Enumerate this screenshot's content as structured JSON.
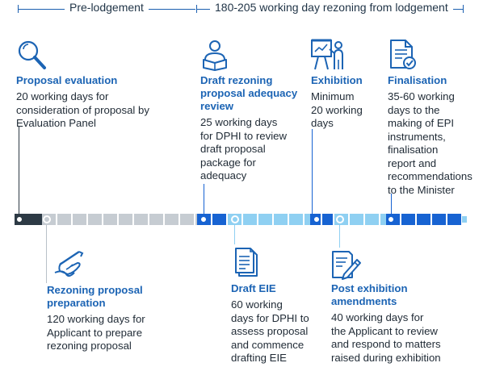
{
  "header": {
    "pre_lodgement": "Pre-lodgement",
    "rezoning_period": "180-205 working day rezoning from lodgement"
  },
  "stages": {
    "proposal_evaluation": {
      "title": "Proposal evaluation",
      "description": "20 working days for\nconsideration of proposal by\nEvaluation Panel",
      "icon": "magnifier-icon"
    },
    "draft_rezoning_review": {
      "title": "Draft rezoning\nproposal adequacy\nreview",
      "description": "25 working days\nfor DPHI to review\ndraft proposal\npackage for\nadequacy",
      "icon": "person-reading-icon"
    },
    "exhibition": {
      "title": "Exhibition",
      "description": "Minimum\n20 working\ndays",
      "icon": "presentation-board-icon"
    },
    "finalisation": {
      "title": "Finalisation",
      "description": "35-60 working\ndays to the\nmaking of EPI\ninstruments,\nfinalisation\nreport and\nrecommendations\nto the Minister",
      "icon": "document-check-icon"
    },
    "rezoning_preparation": {
      "title": "Rezoning proposal\npreparation",
      "description": "120 working days for\nApplicant to prepare\nrezoning proposal",
      "icon": "hand-writing-icon"
    },
    "draft_eie": {
      "title": "Draft EIE",
      "description": "60 working\ndays for DPHI to\nassess proposal\nand commence\ndrafting EIE",
      "icon": "document-stack-icon"
    },
    "post_exhibition": {
      "title": "Post exhibition\namendments",
      "description": "40 working days for\nthe Applicant to review\nand respond to matters\nraised during exhibition",
      "icon": "document-pencil-icon"
    }
  },
  "colors": {
    "title_blue": "#1c64b4",
    "dark_segment": "#2d3a45",
    "grey_segment": "#c6ccd2",
    "royal_blue_segment": "#1763d2",
    "light_blue_segment": "#8fd0f2",
    "line_blue": "#1b5fb0"
  }
}
